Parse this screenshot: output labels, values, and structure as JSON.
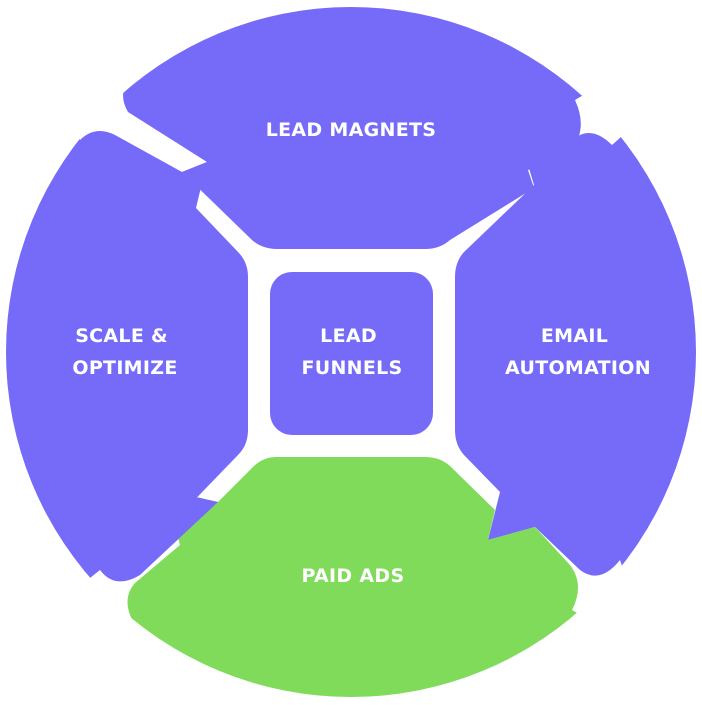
{
  "diagram": {
    "type": "cycle",
    "colors": {
      "primary": "#766BF8",
      "highlight": "#80DB5A",
      "text": "#FFFFFF",
      "background": "#FFFFFF"
    },
    "center": {
      "lines": [
        "LEAD",
        "FUNNELS"
      ]
    },
    "segments": [
      {
        "id": "top",
        "lines": [
          "LEAD MAGNETS"
        ],
        "highlighted": false
      },
      {
        "id": "right",
        "lines": [
          "EMAIL",
          "AUTOMATION"
        ],
        "highlighted": false
      },
      {
        "id": "bottom",
        "lines": [
          "PAID ADS"
        ],
        "highlighted": true
      },
      {
        "id": "left",
        "lines": [
          "SCALE &",
          "OPTIMIZE"
        ],
        "highlighted": false
      }
    ]
  }
}
